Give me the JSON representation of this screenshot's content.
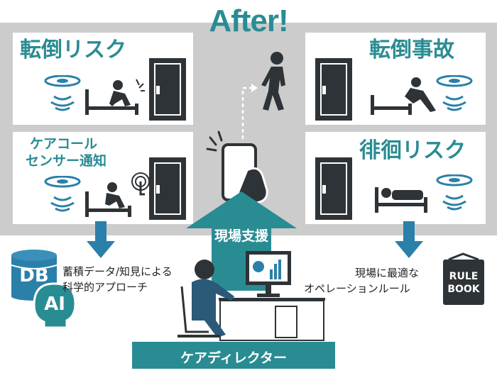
{
  "header": {
    "title": "After!"
  },
  "panels": {
    "fall_risk": {
      "title": "転倒リスク"
    },
    "fall_accident": {
      "title": "転倒事故"
    },
    "nurse_call": {
      "line1": "ケアコール",
      "line2": "センサー通知"
    },
    "wander_risk": {
      "title": "徘徊リスク"
    }
  },
  "support": {
    "label": "現場支援"
  },
  "left_notes": {
    "line1": "蓄積データ/知見による",
    "line2": "科学的アプローチ"
  },
  "right_notes": {
    "line1": "現場に最適な",
    "line2": "オペレーションルール"
  },
  "badges": {
    "db": "DB",
    "ai": "AI",
    "rule_line1": "RULE",
    "rule_line2": "BOOK"
  },
  "footer": {
    "label": "ケアディレクター"
  },
  "colors": {
    "accent": "#2a8c93",
    "arrow": "#2a80a9",
    "dark": "#2e3337",
    "band": "#cccccc"
  }
}
